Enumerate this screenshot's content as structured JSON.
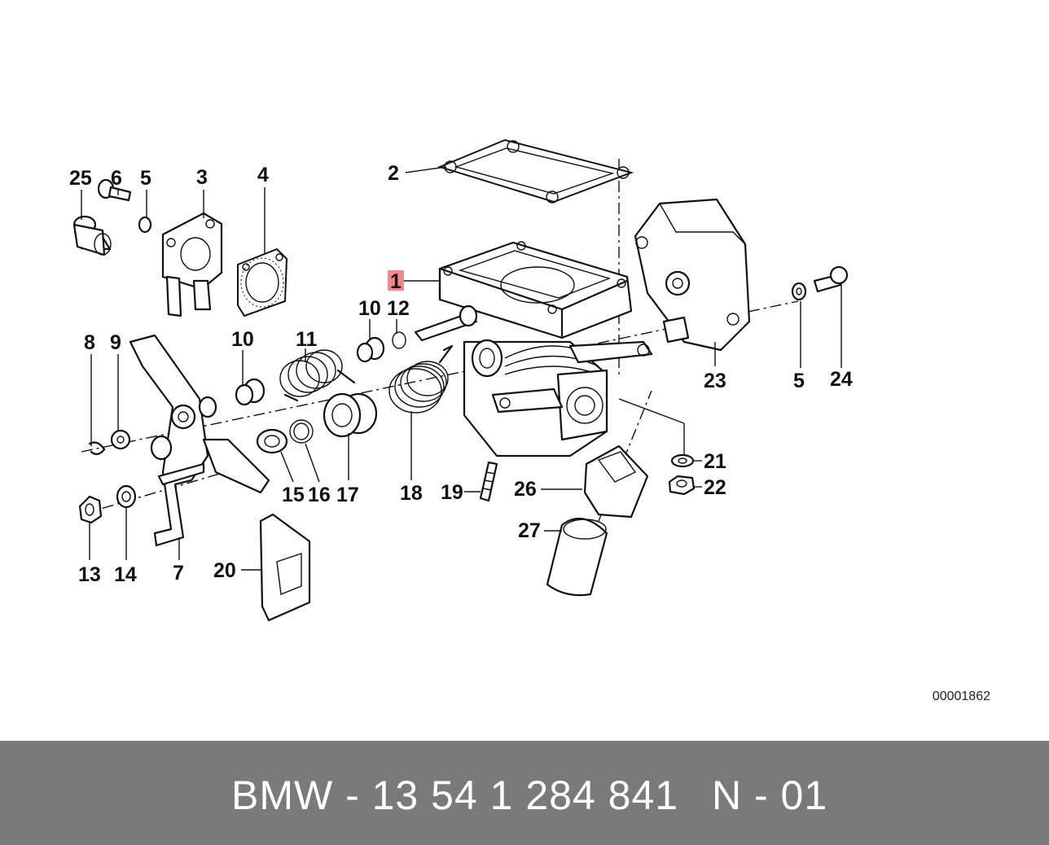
{
  "diagram": {
    "drawing_number": "00001862",
    "highlighted_part": "1",
    "highlight_color": "#f08a8a",
    "part_labels": [
      "1",
      "2",
      "3",
      "4",
      "5",
      "5",
      "6",
      "7",
      "8",
      "9",
      "10",
      "10",
      "11",
      "12",
      "13",
      "14",
      "15",
      "16",
      "17",
      "18",
      "19",
      "20",
      "21",
      "22",
      "23",
      "24",
      "25",
      "26",
      "27"
    ]
  },
  "footer": {
    "part_number": "BMW - 13 54 1 284 841",
    "code": "N - 01",
    "background": "#7a7a7a"
  }
}
